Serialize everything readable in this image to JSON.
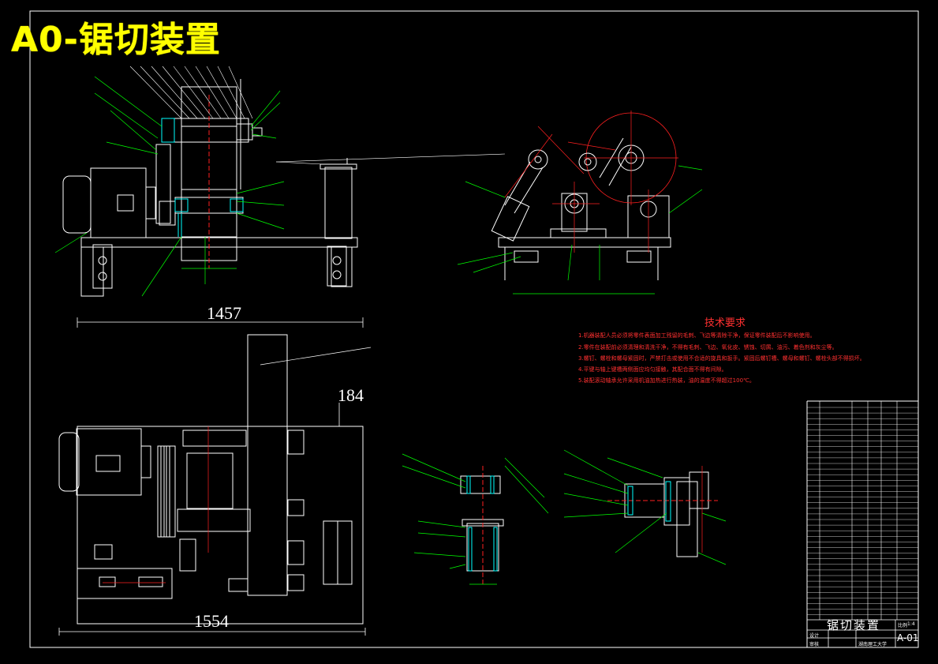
{
  "sheet": {
    "title": "A0-锯切装置"
  },
  "dimensions": {
    "top_width": "1457",
    "bottom_width": "1554",
    "side_height": "184"
  },
  "technical_requirements": {
    "heading": "技术要求",
    "items": [
      "1.机器装配人员必须将零件表面加工残留的毛刺、飞边等清除干净，保证零件装配后不影响使用。",
      "2.零件在装配前必须清理和清洗干净，不得有毛刺、飞边、氧化皮、锈蚀、切屑、油污、着色剂和灰尘等。",
      "3.螺钉、螺栓和螺母紧固时，严禁打击或使用不合适的旋具和扳手。紧固后螺钉槽、螺母和螺钉、螺栓头部不得损坏。",
      "4.平键与轴上键槽两侧面应均匀接触，其配合面不得有间隙。",
      "5.装配滚动轴承允许采用机油加热进行热装，油的温度不得超过100℃。"
    ]
  },
  "title_block": {
    "name": "锯切装置",
    "drawing_no": "A-01",
    "scale_label": "比例",
    "scale_value": "1:4",
    "designer_label": "设计",
    "checker_label": "审核",
    "school": "湖南理工大学"
  },
  "colors": {
    "background": "#000000",
    "outline": "#ffffff",
    "annotation": "#00ff00",
    "center_line": "#ff2020",
    "hatch": "#00ffff",
    "title_yellow": "#ffff00"
  }
}
